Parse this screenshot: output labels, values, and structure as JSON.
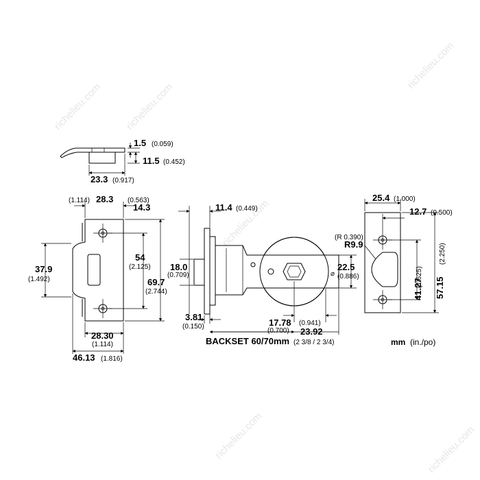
{
  "top_plate": {
    "thickness": "1.5",
    "thickness_in": "(0.059)",
    "height": "11.5",
    "height_in": "(0.452)",
    "width": "23.3",
    "width_in": "(0.917)"
  },
  "strike_plate": {
    "top_left_in": "(1.114)",
    "top_left": "28.3",
    "top_right_in": "(0.563)",
    "top_right": "14.3",
    "opening": "37.9",
    "opening_in": "(1.492)",
    "hole_spacing": "54",
    "hole_spacing_in": "(2.125)",
    "height": "69.7",
    "height_in": "(2.744)",
    "bottom_inner": "28.30",
    "bottom_inner_in": "(1.114)",
    "width": "46.13",
    "width_in": "(1.816)"
  },
  "latch": {
    "face_to_case": "11.4",
    "face_to_case_in": "(0.449)",
    "bolt": "18.0",
    "bolt_in": "(0.709)",
    "face": "3.81",
    "face_in": "(0.150)",
    "hub": "22.5",
    "hub_in": "(0.886)",
    "hub_prefix": "⌀",
    "offset": "17.78",
    "offset_in": "(0.700)",
    "offset2_in": "(0.941)",
    "offset2": "23.92",
    "backset_label": "BACKSET 60/70mm",
    "backset_in": "(2 3/8  /  2 3/4)"
  },
  "faceplate": {
    "width": "25.4",
    "width_in": "(1.000)",
    "half": "12.7",
    "half_in": "(0.500)",
    "radius_in": "(R 0.390)",
    "radius": "R9.9",
    "hole_spacing_in": "(1.625)",
    "hole_spacing": "41.27",
    "height": "57.15",
    "height_in": "(2.250)"
  },
  "units_label": "mm",
  "units_alt": "(in./po)",
  "watermark": "richelieu.com"
}
